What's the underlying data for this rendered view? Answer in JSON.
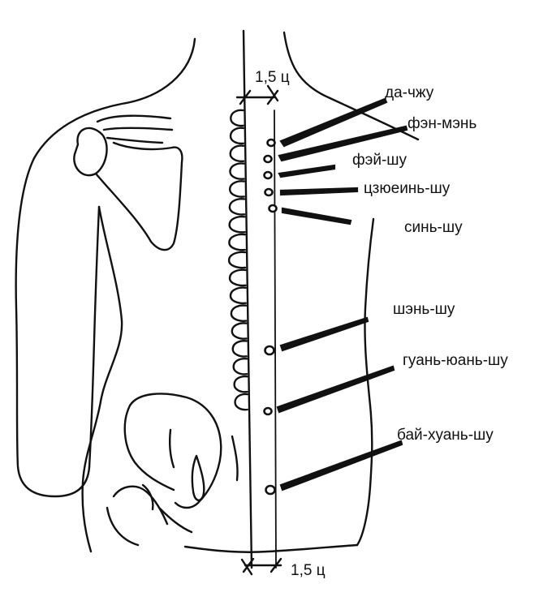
{
  "dimensions": {
    "top_width": "1,5 ц",
    "bottom_width": "1,5 ц"
  },
  "points": [
    {
      "label": "да-чжу"
    },
    {
      "label": "фэн-мэнь"
    },
    {
      "label": "фэй-шу"
    },
    {
      "label": "цзюеинь-шу"
    },
    {
      "label": "синь-шу"
    },
    {
      "label": "шэнь-шу"
    },
    {
      "label": "гуань-юань-шу"
    },
    {
      "label": "бай-хуань-шу"
    }
  ]
}
